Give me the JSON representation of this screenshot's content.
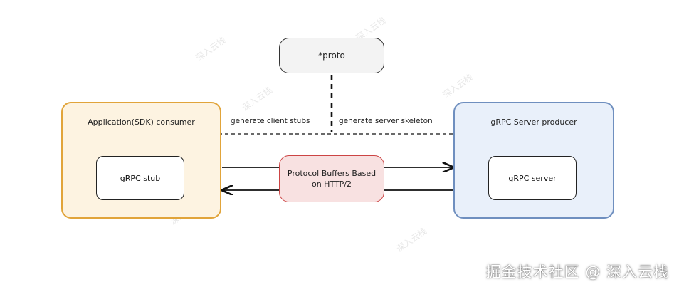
{
  "nodes": {
    "proto": "*proto",
    "consumer_group": "Application(SDK) consumer",
    "producer_group": "gRPC Server producer",
    "stub": "gRPC stub",
    "server": "gRPC server",
    "protocol_line1": "Protocol Buffers Based",
    "protocol_line2": "on HTTP/2"
  },
  "edges": {
    "client_label": "generate client stubs",
    "server_label": "generate server skeleton"
  },
  "watermark": "深入云栈",
  "footer": "掘金技术社区 @ 深入云栈",
  "colors": {
    "consumer_border": "#e1a43a",
    "producer_border": "#6f8fbf",
    "protocol_border": "#cc4444"
  }
}
